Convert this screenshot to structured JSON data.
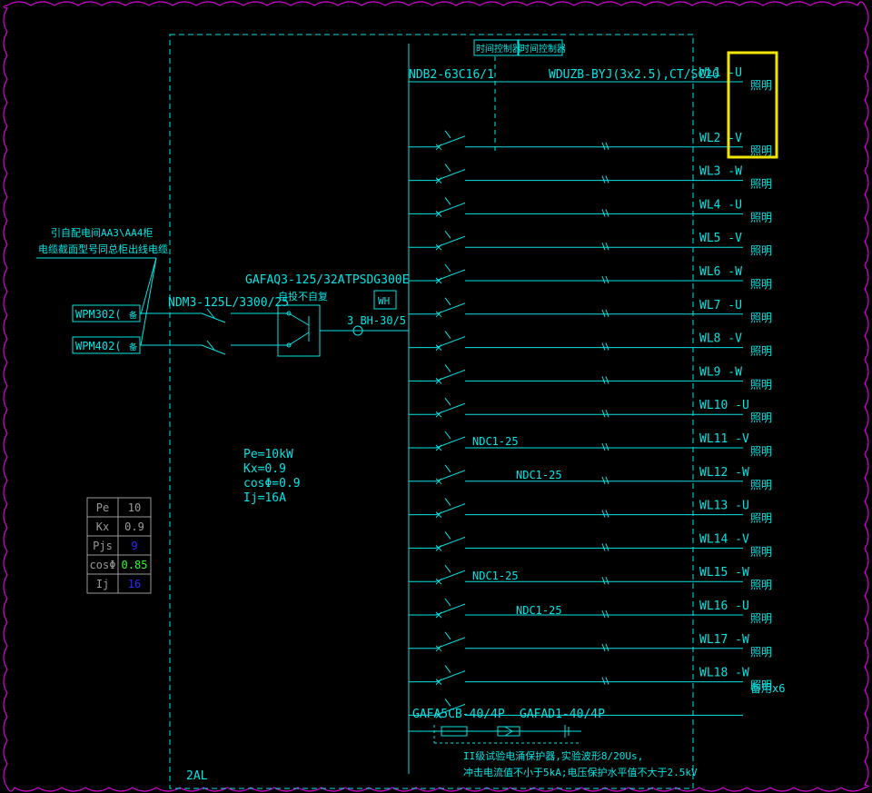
{
  "colors": {
    "background": "#000000",
    "line": "#00e5e5",
    "border": "#d400d4",
    "highlight": "#f2e600",
    "table_text": "#9a9a9a",
    "pjs_value": "#2a2aff",
    "cos_value": "#30ff30",
    "ij_value": "#2a2aff"
  },
  "header": {
    "timer_labels": [
      "时间控制器",
      "时间控制器"
    ],
    "breaker_model": "NDB2-63C16/1",
    "cable_spec": "WDUZB-BYJ(3x2.5),CT/SC20"
  },
  "incoming": {
    "note_line1": "引自配电间AA3\\AA4柜",
    "note_line2": "电缆截面型号同总柜出线电缆",
    "feeder1": "WPM302(",
    "feeder2": "WPM402(",
    "feeder_suffix": "备",
    "main_breaker": "NDM3-125L/3300/25",
    "ats_model": "GAFAQ3-125/32A",
    "ats_mode": "自投不自复",
    "spd_model": "TPSDG300E",
    "meter_label": "WH",
    "ct_label": "3 BH-30/5"
  },
  "load": {
    "pe": "Pe=10kW",
    "kx": "Kx=0.9",
    "cos": "cosΦ=0.9",
    "ij": "Ij=16A"
  },
  "summary_table": [
    {
      "label": "Pe",
      "value": "10"
    },
    {
      "label": "Kx",
      "value": "0.9"
    },
    {
      "label": "Pjs",
      "value": "9"
    },
    {
      "label": "cosΦ",
      "value": "0.85"
    },
    {
      "label": "Ij",
      "value": "16"
    }
  ],
  "circuits": [
    {
      "id": "WL1",
      "phase": "U",
      "load": "照明"
    },
    {
      "id": "WL2",
      "phase": "V",
      "load": "照明"
    },
    {
      "id": "WL3",
      "phase": "W",
      "load": "照明"
    },
    {
      "id": "WL4",
      "phase": "U",
      "load": "照明"
    },
    {
      "id": "WL5",
      "phase": "V",
      "load": "照明"
    },
    {
      "id": "WL6",
      "phase": "W",
      "load": "照明"
    },
    {
      "id": "WL7",
      "phase": "U",
      "load": "照明"
    },
    {
      "id": "WL8",
      "phase": "V",
      "load": "照明"
    },
    {
      "id": "WL9",
      "phase": "W",
      "load": "照明"
    },
    {
      "id": "WL10",
      "phase": "U",
      "load": "照明"
    },
    {
      "id": "WL11",
      "phase": "V",
      "load": "照明"
    },
    {
      "id": "WL12",
      "phase": "W",
      "load": "照明"
    },
    {
      "id": "WL13",
      "phase": "U",
      "load": "照明"
    },
    {
      "id": "WL14",
      "phase": "V",
      "load": "照明"
    },
    {
      "id": "WL15",
      "phase": "W",
      "load": "照明"
    },
    {
      "id": "WL16",
      "phase": "U",
      "load": "照明"
    },
    {
      "id": "WL17",
      "phase": "W",
      "load": "照明"
    },
    {
      "id": "WL18",
      "phase": "W",
      "load": "照明"
    }
  ],
  "contactors": [
    "NDC1-25",
    "NDC1-25",
    "NDC1-25",
    "NDC1-25"
  ],
  "spare_label": "备用x6",
  "spd_section": {
    "breaker": "GAFA5CB-40/4P",
    "spd": "GAFAD1-40/4P",
    "note_line1": "II级试验电涌保护器,实验波形8/20Us,",
    "note_line2": "冲击电流值不小于5kA;电压保护水平值不大于2.5kV"
  },
  "panel_name": "2AL"
}
